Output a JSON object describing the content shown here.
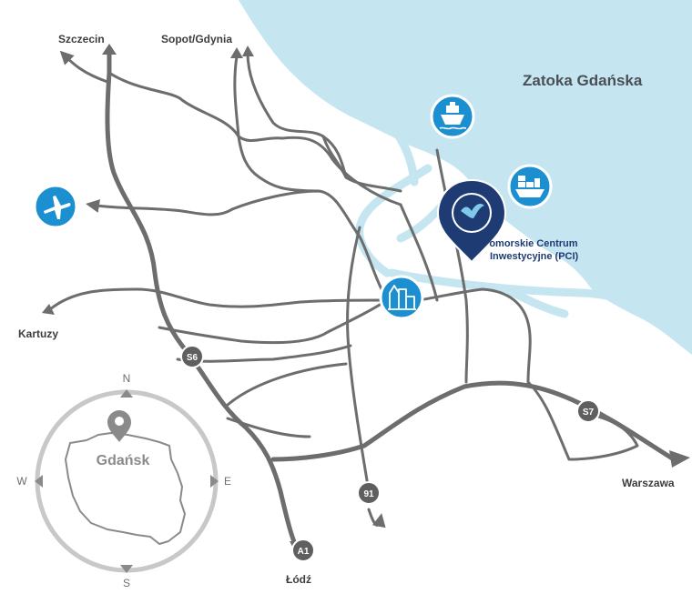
{
  "labels": {
    "sea": "Zatoka Gdańska",
    "szczecin": "Szczecin",
    "sopot": "Sopot/Gdynia",
    "kartuzy": "Kartuzy",
    "warszawa": "Warszawa",
    "lodz": "Łódź",
    "pci_line1": "Pomorskie Centrum",
    "pci_line2": "Inwestycyjne (PCI)"
  },
  "roads": {
    "s6": "S6",
    "s7": "S7",
    "a1": "A1",
    "r91": "91"
  },
  "compass": {
    "n": "N",
    "s": "S",
    "e": "E",
    "w": "W",
    "city": "Gdańsk"
  },
  "icons": {
    "airport": "airplane-icon",
    "ferry": "ship-icon",
    "container_port": "container-ship-icon",
    "old_town": "city-buildings-icon",
    "pci": "bird-logo-icon",
    "compass_pin": "location-pin-icon"
  },
  "colors": {
    "sea": "#c5e6f1",
    "icon_blue": "#1c8fd1",
    "pci_navy": "#1e3b74",
    "road": "#6d6d6d",
    "badge": "#5f5f5f"
  }
}
